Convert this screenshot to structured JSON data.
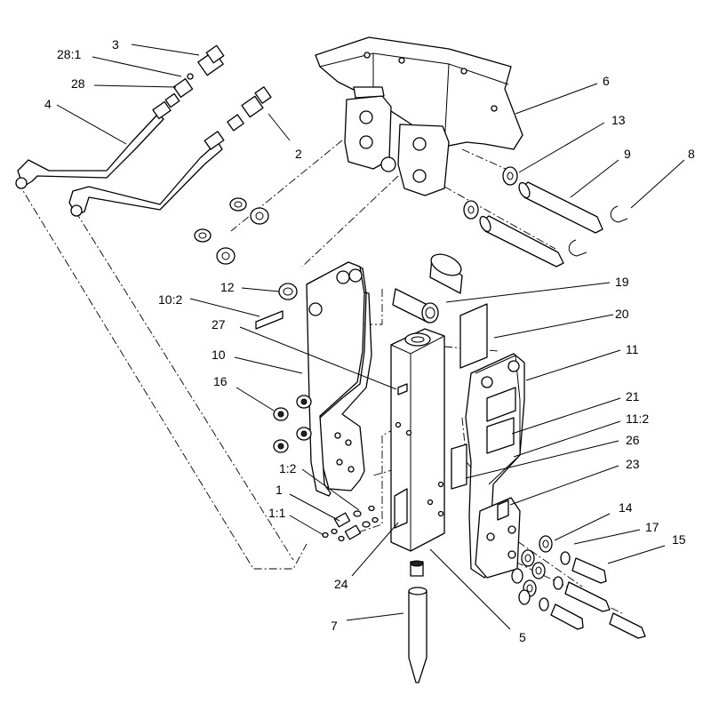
{
  "callouts": [
    {
      "id": "c3",
      "text": "3"
    },
    {
      "id": "c28-1",
      "text": "28:1"
    },
    {
      "id": "c28",
      "text": "28"
    },
    {
      "id": "c4",
      "text": "4"
    },
    {
      "id": "c2",
      "text": "2"
    },
    {
      "id": "c6",
      "text": "6"
    },
    {
      "id": "c13",
      "text": "13"
    },
    {
      "id": "c9",
      "text": "9"
    },
    {
      "id": "c8",
      "text": "8"
    },
    {
      "id": "c12",
      "text": "12"
    },
    {
      "id": "c10-2",
      "text": "10:2"
    },
    {
      "id": "c27",
      "text": "27"
    },
    {
      "id": "c10",
      "text": "10"
    },
    {
      "id": "c16",
      "text": "16"
    },
    {
      "id": "c19",
      "text": "19"
    },
    {
      "id": "c20",
      "text": "20"
    },
    {
      "id": "c11",
      "text": "11"
    },
    {
      "id": "c21",
      "text": "21"
    },
    {
      "id": "c11-2",
      "text": "11:2"
    },
    {
      "id": "c26",
      "text": "26"
    },
    {
      "id": "c23",
      "text": "23"
    },
    {
      "id": "c1-2",
      "text": "1:2"
    },
    {
      "id": "c1",
      "text": "1"
    },
    {
      "id": "c1-1",
      "text": "1:1"
    },
    {
      "id": "c14",
      "text": "14"
    },
    {
      "id": "c17",
      "text": "17"
    },
    {
      "id": "c15",
      "text": "15"
    },
    {
      "id": "c24",
      "text": "24"
    },
    {
      "id": "c7",
      "text": "7"
    },
    {
      "id": "c5",
      "text": "5"
    }
  ]
}
